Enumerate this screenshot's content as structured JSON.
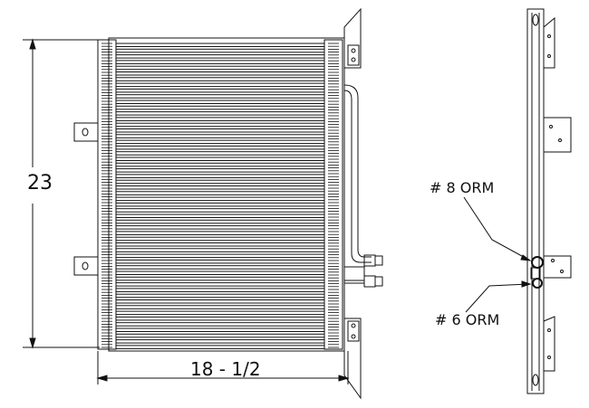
{
  "dimensions": {
    "height": "23",
    "width": "18 - 1/2"
  },
  "callouts": {
    "fitting_large": "# 8  ORM",
    "fitting_small": "# 6  ORM"
  },
  "colors": {
    "line": "#111111",
    "background": "#ffffff"
  }
}
